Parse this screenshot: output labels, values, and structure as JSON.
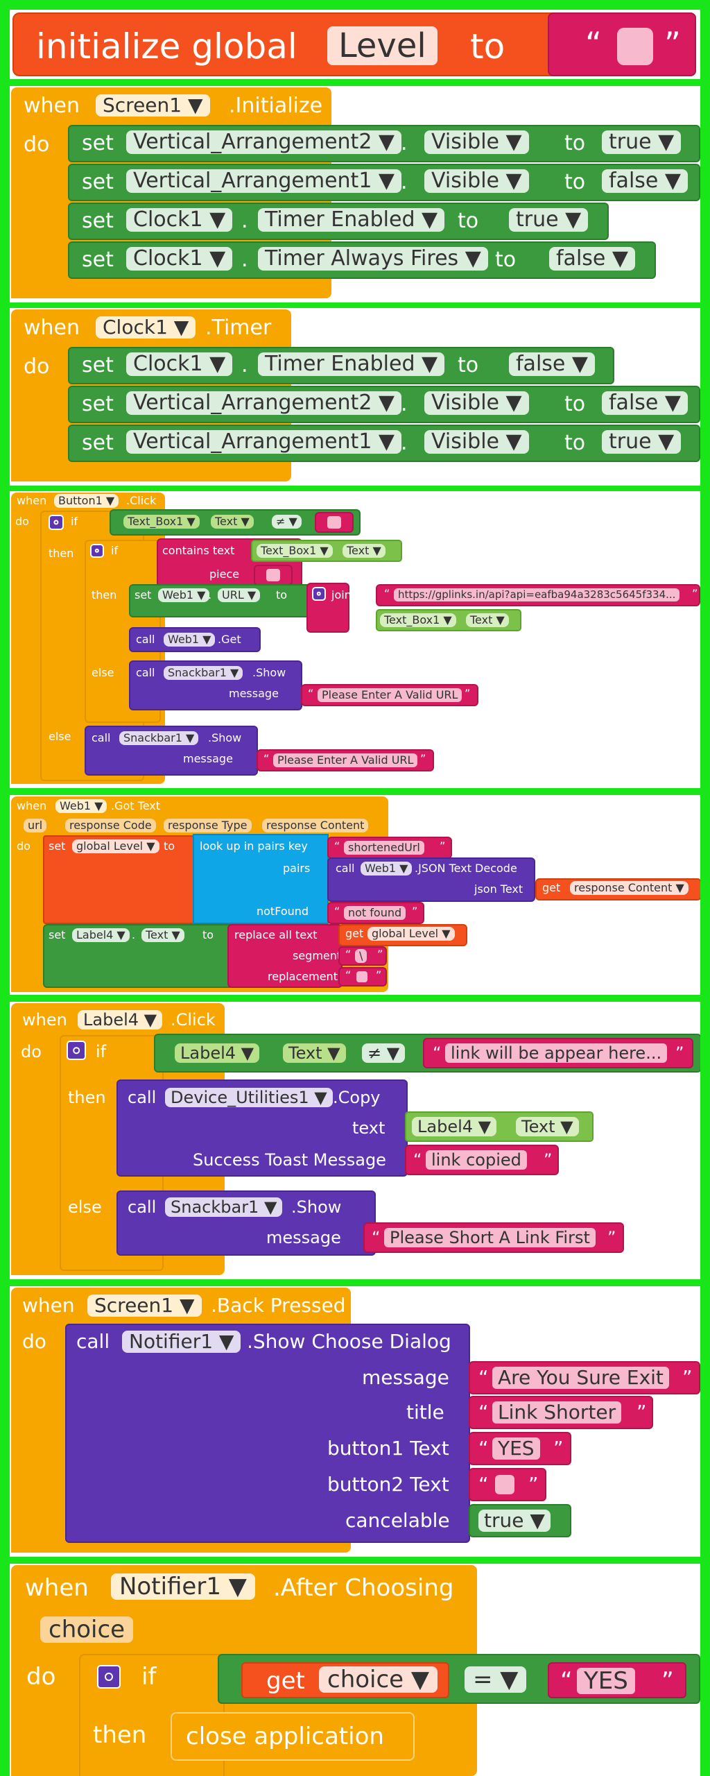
{
  "global_init": {
    "initialize": "initialize global",
    "var_name": "Level",
    "to": "to"
  },
  "screen_init": {
    "when": "when",
    "component": "Screen1 ▼",
    "event": ".Initialize",
    "do": "do",
    "rows": [
      {
        "set": "set",
        "component": "Vertical_Arrangement2 ▼",
        "dot": ".",
        "property": "Visible ▼",
        "to": "to",
        "value": "true ▼"
      },
      {
        "set": "set",
        "component": "Vertical_Arrangement1 ▼",
        "dot": ".",
        "property": "Visible ▼",
        "to": "to",
        "value": "false ▼"
      },
      {
        "set": "set",
        "component": "Clock1 ▼",
        "dot": ".",
        "property": "Timer Enabled ▼",
        "to": "to",
        "value": "true ▼"
      },
      {
        "set": "set",
        "component": "Clock1 ▼",
        "dot": ".",
        "property": "Timer Always Fires ▼",
        "to": "to",
        "value": "false ▼"
      }
    ]
  },
  "clock_timer": {
    "when": "when",
    "component": "Clock1 ▼",
    "event": ".Timer",
    "do": "do",
    "rows": [
      {
        "set": "set",
        "component": "Clock1 ▼",
        "dot": ".",
        "property": "Timer Enabled ▼",
        "to": "to",
        "value": "false ▼"
      },
      {
        "set": "set",
        "component": "Vertical_Arrangement2 ▼",
        "dot": ".",
        "property": "Visible ▼",
        "to": "to",
        "value": "false ▼"
      },
      {
        "set": "set",
        "component": "Vertical_Arrangement1 ▼",
        "dot": ".",
        "property": "Visible ▼",
        "to": "to",
        "value": "true ▼"
      }
    ]
  },
  "button_click": {
    "when": "when",
    "component": "Button1 ▼",
    "event": ".Click",
    "do": "do",
    "if": "if",
    "cmp_component": "Text_Box1 ▼",
    "cmp_property": "Text ▼",
    "cmp_op": "≠ ▼",
    "then": "then",
    "inner_if": "if",
    "contains": "contains text",
    "contains_component": "Text_Box1 ▼",
    "contains_property": "Text ▼",
    "piece": "piece",
    "set": "set",
    "web_component": "Web1 ▼",
    "url_property": "URL ▼",
    "to": "to",
    "join": "join",
    "api_url": "https://gplinks.in/api?api=eafba94a3283c5645f334...",
    "join_component": "Text_Box1 ▼",
    "join_property": "Text ▼",
    "call": "call",
    "get_call": ".Get",
    "else": "else",
    "snack_component": "Snackbar1 ▼",
    "show": ".Show",
    "message": "message",
    "error_msg": "Please Enter A Valid URL"
  },
  "web_gottext": {
    "when": "when",
    "component": "Web1 ▼",
    "event": ".Got Text",
    "params": [
      "url",
      "response Code",
      "response Type",
      "response Content"
    ],
    "do": "do",
    "set": "set",
    "global_var": "global Level ▼",
    "to": "to",
    "lookup": "look up in pairs  key",
    "key": "shortenedUrl",
    "pairs": "pairs",
    "call": "call",
    "json_component": "Web1 ▼",
    "json_method": ".JSON Text Decode",
    "json_text": "json Text",
    "get": "get",
    "response_content": "response Content ▼",
    "not_found_label": "notFound",
    "not_found": "not found",
    "label_component": "Label4 ▼",
    "dot": ".",
    "text_property": "Text ▼",
    "replace": "replace all text",
    "global_level": "global Level ▼",
    "segment": "segment",
    "segment_value": "\\",
    "replacement": "replacement"
  },
  "label_click": {
    "when": "when",
    "component": "Label4 ▼",
    "event": ".Click",
    "do": "do",
    "if": "if",
    "cmp_component": "Label4 ▼",
    "cmp_property": "Text ▼",
    "cmp_op": "≠ ▼",
    "placeholder": "link will be appear here...",
    "then": "then",
    "call": "call",
    "copy_component": "Device_Utilities1 ▼",
    "copy_method": ".Copy",
    "text": "text",
    "text_component": "Label4 ▼",
    "text_property": "Text ▼",
    "toast": "Success Toast Message",
    "toast_value": "link copied",
    "else": "else",
    "snack_component": "Snackbar1 ▼",
    "show": ".Show",
    "message": "message",
    "snack_msg": "Please Short A Link First"
  },
  "back_pressed": {
    "when": "when",
    "component": "Screen1 ▼",
    "event": ".Back Pressed",
    "do": "do",
    "call": "call",
    "notifier": "Notifier1 ▼",
    "method": ".Show Choose Dialog",
    "message_label": "message",
    "message": "Are You Sure Exit",
    "title_label": "title",
    "title": "Link Shorter",
    "b1_label": "button1 Text",
    "b1": "YES",
    "b2_label": "button2 Text",
    "cancel_label": "cancelable",
    "cancel": "true ▼"
  },
  "after_choosing": {
    "when": "when",
    "component": "Notifier1 ▼",
    "event": ".After Choosing",
    "param": "choice",
    "do": "do",
    "if": "if",
    "get": "get",
    "get_var": "choice ▼",
    "op": "= ▼",
    "value": "YES",
    "then": "then",
    "close": "close application"
  }
}
